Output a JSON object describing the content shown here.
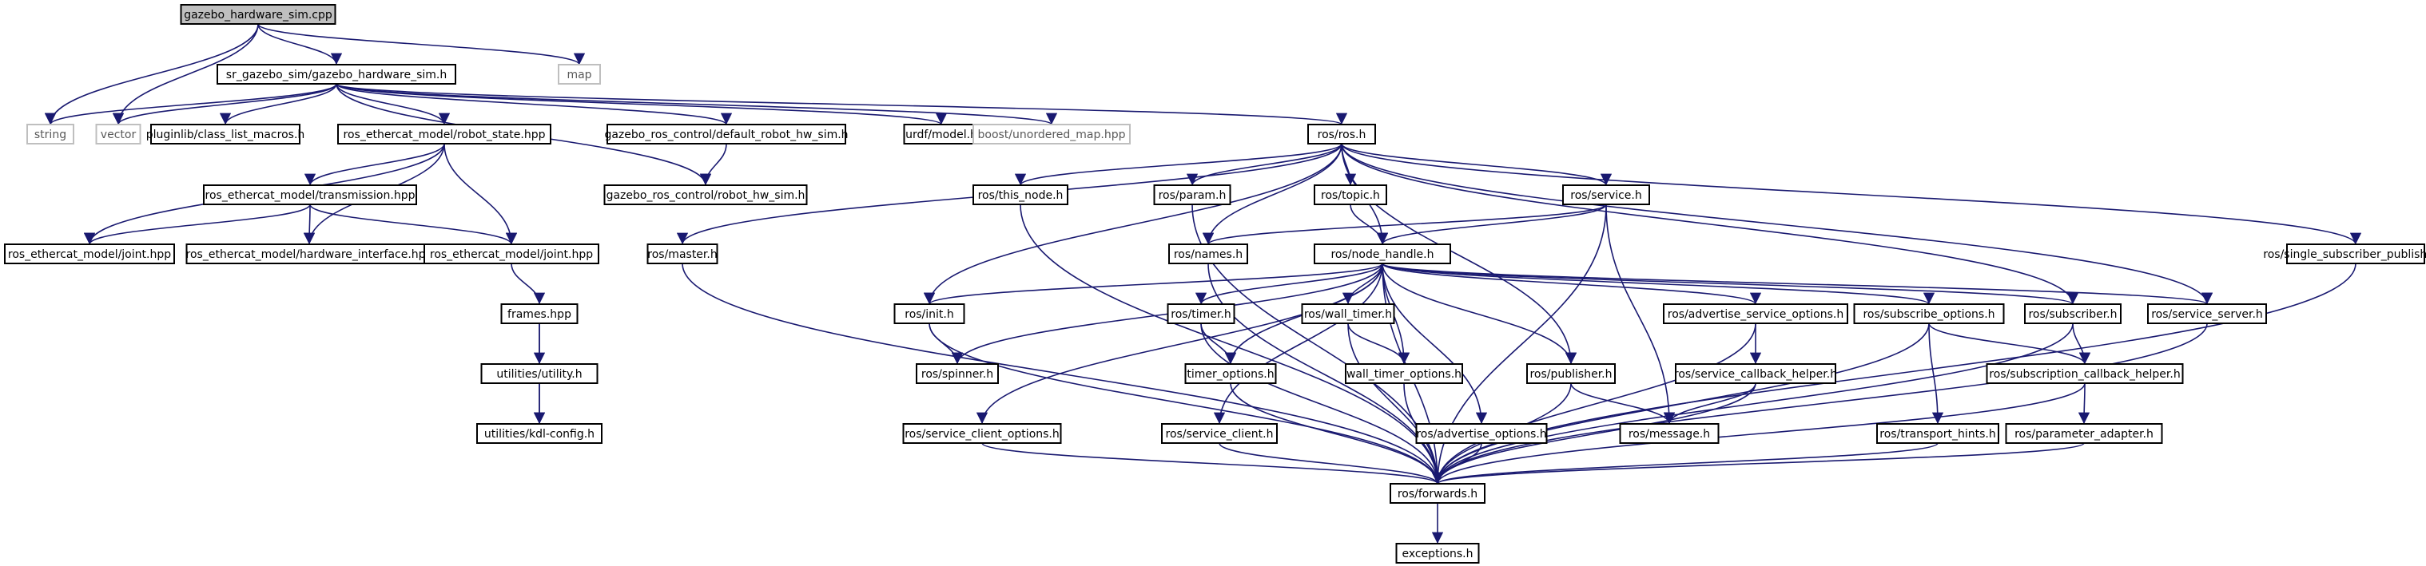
{
  "diagram": {
    "type": "include-dependency-graph",
    "colors": {
      "edge": "#191970",
      "root_fill": "#bfbfbf",
      "external_border": "#bfbfbf",
      "border": "#000000"
    },
    "nodes": [
      {
        "id": "root",
        "label": "gazebo_hardware_sim.cpp",
        "kind": "root"
      },
      {
        "id": "srgz",
        "label": "sr_gazebo_sim/gazebo_hardware_sim.h",
        "kind": "normal"
      },
      {
        "id": "map",
        "label": "map",
        "kind": "external"
      },
      {
        "id": "string",
        "label": "string",
        "kind": "external"
      },
      {
        "id": "vector",
        "label": "vector",
        "kind": "external"
      },
      {
        "id": "plugin",
        "label": "pluginlib/class_list_macros.h",
        "kind": "normal"
      },
      {
        "id": "robotstate",
        "label": "ros_ethercat_model/robot_state.hpp",
        "kind": "normal"
      },
      {
        "id": "defhw",
        "label": "gazebo_ros_control/default_robot_hw_sim.h",
        "kind": "normal"
      },
      {
        "id": "urdf",
        "label": "urdf/model.h",
        "kind": "normal"
      },
      {
        "id": "boostmap",
        "label": "boost/unordered_map.hpp",
        "kind": "external"
      },
      {
        "id": "rosh",
        "label": "ros/ros.h",
        "kind": "normal"
      },
      {
        "id": "transmission",
        "label": "ros_ethercat_model/transmission.hpp",
        "kind": "normal"
      },
      {
        "id": "robothw",
        "label": "gazebo_ros_control/robot_hw_sim.h",
        "kind": "normal"
      },
      {
        "id": "jointL",
        "label": "ros_ethercat_model/joint.hpp",
        "kind": "normal"
      },
      {
        "id": "hwiface",
        "label": "ros_ethercat_model/hardware_interface.hpp",
        "kind": "normal"
      },
      {
        "id": "jointM",
        "label": "ros_ethercat_model/joint.hpp",
        "kind": "normal"
      },
      {
        "id": "frames",
        "label": "frames.hpp",
        "kind": "normal"
      },
      {
        "id": "utility",
        "label": "utilities/utility.h",
        "kind": "normal"
      },
      {
        "id": "kdl",
        "label": "utilities/kdl-config.h",
        "kind": "normal"
      },
      {
        "id": "master",
        "label": "ros/master.h",
        "kind": "normal"
      },
      {
        "id": "thisnode",
        "label": "ros/this_node.h",
        "kind": "normal"
      },
      {
        "id": "param",
        "label": "ros/param.h",
        "kind": "normal"
      },
      {
        "id": "topic",
        "label": "ros/topic.h",
        "kind": "normal"
      },
      {
        "id": "service",
        "label": "ros/service.h",
        "kind": "normal"
      },
      {
        "id": "names",
        "label": "ros/names.h",
        "kind": "normal"
      },
      {
        "id": "nodehandle",
        "label": "ros/node_handle.h",
        "kind": "normal"
      },
      {
        "id": "singlesub",
        "label": "ros/single_subscriber_publisher.h",
        "kind": "normal"
      },
      {
        "id": "init",
        "label": "ros/init.h",
        "kind": "normal"
      },
      {
        "id": "timer",
        "label": "ros/timer.h",
        "kind": "normal"
      },
      {
        "id": "walltimer",
        "label": "ros/wall_timer.h",
        "kind": "normal"
      },
      {
        "id": "advsvcopt",
        "label": "ros/advertise_service_options.h",
        "kind": "normal"
      },
      {
        "id": "subopt",
        "label": "ros/subscribe_options.h",
        "kind": "normal"
      },
      {
        "id": "subscriber",
        "label": "ros/subscriber.h",
        "kind": "normal"
      },
      {
        "id": "svcserver",
        "label": "ros/service_server.h",
        "kind": "normal"
      },
      {
        "id": "spinner",
        "label": "ros/spinner.h",
        "kind": "normal"
      },
      {
        "id": "timeropt",
        "label": "timer_options.h",
        "kind": "normal"
      },
      {
        "id": "walltimeropt",
        "label": "wall_timer_options.h",
        "kind": "normal"
      },
      {
        "id": "publisher",
        "label": "ros/publisher.h",
        "kind": "normal"
      },
      {
        "id": "svccb",
        "label": "ros/service_callback_helper.h",
        "kind": "normal"
      },
      {
        "id": "subcb",
        "label": "ros/subscription_callback_helper.h",
        "kind": "normal"
      },
      {
        "id": "svcclientopt",
        "label": "ros/service_client_options.h",
        "kind": "normal"
      },
      {
        "id": "svcclient",
        "label": "ros/service_client.h",
        "kind": "normal"
      },
      {
        "id": "advopt",
        "label": "ros/advertise_options.h",
        "kind": "normal"
      },
      {
        "id": "message",
        "label": "ros/message.h",
        "kind": "normal"
      },
      {
        "id": "hints",
        "label": "ros/transport_hints.h",
        "kind": "normal"
      },
      {
        "id": "paramadapt",
        "label": "ros/parameter_adapter.h",
        "kind": "normal"
      },
      {
        "id": "forwards",
        "label": "ros/forwards.h",
        "kind": "normal"
      },
      {
        "id": "exceptions",
        "label": "exceptions.h",
        "kind": "normal"
      }
    ],
    "edges": [
      [
        "root",
        "srgz"
      ],
      [
        "root",
        "map"
      ],
      [
        "root",
        "string"
      ],
      [
        "root",
        "vector"
      ],
      [
        "srgz",
        "string"
      ],
      [
        "srgz",
        "vector"
      ],
      [
        "srgz",
        "plugin"
      ],
      [
        "srgz",
        "robotstate"
      ],
      [
        "srgz",
        "defhw"
      ],
      [
        "srgz",
        "robothw"
      ],
      [
        "srgz",
        "urdf"
      ],
      [
        "srgz",
        "boostmap"
      ],
      [
        "srgz",
        "rosh"
      ],
      [
        "defhw",
        "robothw"
      ],
      [
        "robotstate",
        "transmission"
      ],
      [
        "robotstate",
        "jointL"
      ],
      [
        "robotstate",
        "hwiface"
      ],
      [
        "robotstate",
        "jointM"
      ],
      [
        "transmission",
        "jointL"
      ],
      [
        "transmission",
        "hwiface"
      ],
      [
        "transmission",
        "jointM"
      ],
      [
        "jointM",
        "frames"
      ],
      [
        "frames",
        "utility"
      ],
      [
        "frames",
        "kdl"
      ],
      [
        "utility",
        "kdl"
      ],
      [
        "rosh",
        "master"
      ],
      [
        "rosh",
        "thisnode"
      ],
      [
        "rosh",
        "param"
      ],
      [
        "rosh",
        "topic"
      ],
      [
        "rosh",
        "service"
      ],
      [
        "rosh",
        "names"
      ],
      [
        "rosh",
        "nodehandle"
      ],
      [
        "rosh",
        "init"
      ],
      [
        "rosh",
        "publisher"
      ],
      [
        "rosh",
        "subscriber"
      ],
      [
        "rosh",
        "svcserver"
      ],
      [
        "rosh",
        "singlesub"
      ],
      [
        "master",
        "forwards"
      ],
      [
        "thisnode",
        "forwards"
      ],
      [
        "param",
        "forwards"
      ],
      [
        "topic",
        "nodehandle"
      ],
      [
        "service",
        "names"
      ],
      [
        "service",
        "nodehandle"
      ],
      [
        "service",
        "message"
      ],
      [
        "service",
        "forwards"
      ],
      [
        "singlesub",
        "forwards"
      ],
      [
        "names",
        "forwards"
      ],
      [
        "nodehandle",
        "init"
      ],
      [
        "nodehandle",
        "spinner"
      ],
      [
        "nodehandle",
        "timer"
      ],
      [
        "nodehandle",
        "timeropt"
      ],
      [
        "nodehandle",
        "walltimer"
      ],
      [
        "nodehandle",
        "walltimeropt"
      ],
      [
        "nodehandle",
        "advsvcopt"
      ],
      [
        "nodehandle",
        "subopt"
      ],
      [
        "nodehandle",
        "subscriber"
      ],
      [
        "nodehandle",
        "svcserver"
      ],
      [
        "nodehandle",
        "publisher"
      ],
      [
        "nodehandle",
        "svcclientopt"
      ],
      [
        "nodehandle",
        "svcclient"
      ],
      [
        "nodehandle",
        "advopt"
      ],
      [
        "nodehandle",
        "forwards"
      ],
      [
        "init",
        "spinner"
      ],
      [
        "init",
        "forwards"
      ],
      [
        "timer",
        "timeropt"
      ],
      [
        "timer",
        "forwards"
      ],
      [
        "walltimer",
        "walltimeropt"
      ],
      [
        "walltimer",
        "forwards"
      ],
      [
        "timeropt",
        "forwards"
      ],
      [
        "walltimeropt",
        "forwards"
      ],
      [
        "advsvcopt",
        "svccb"
      ],
      [
        "advsvcopt",
        "forwards"
      ],
      [
        "svccb",
        "message"
      ],
      [
        "svccb",
        "forwards"
      ],
      [
        "subopt",
        "hints"
      ],
      [
        "subopt",
        "subcb"
      ],
      [
        "subopt",
        "forwards"
      ],
      [
        "subscriber",
        "subcb"
      ],
      [
        "subscriber",
        "forwards"
      ],
      [
        "subcb",
        "paramadapt"
      ],
      [
        "subcb",
        "forwards"
      ],
      [
        "paramadapt",
        "forwards"
      ],
      [
        "hints",
        "forwards"
      ],
      [
        "publisher",
        "message"
      ],
      [
        "publisher",
        "forwards"
      ],
      [
        "svcclientopt",
        "forwards"
      ],
      [
        "svcclient",
        "forwards"
      ],
      [
        "advopt",
        "forwards"
      ],
      [
        "svcserver",
        "forwards"
      ],
      [
        "forwards",
        "exceptions"
      ]
    ]
  }
}
